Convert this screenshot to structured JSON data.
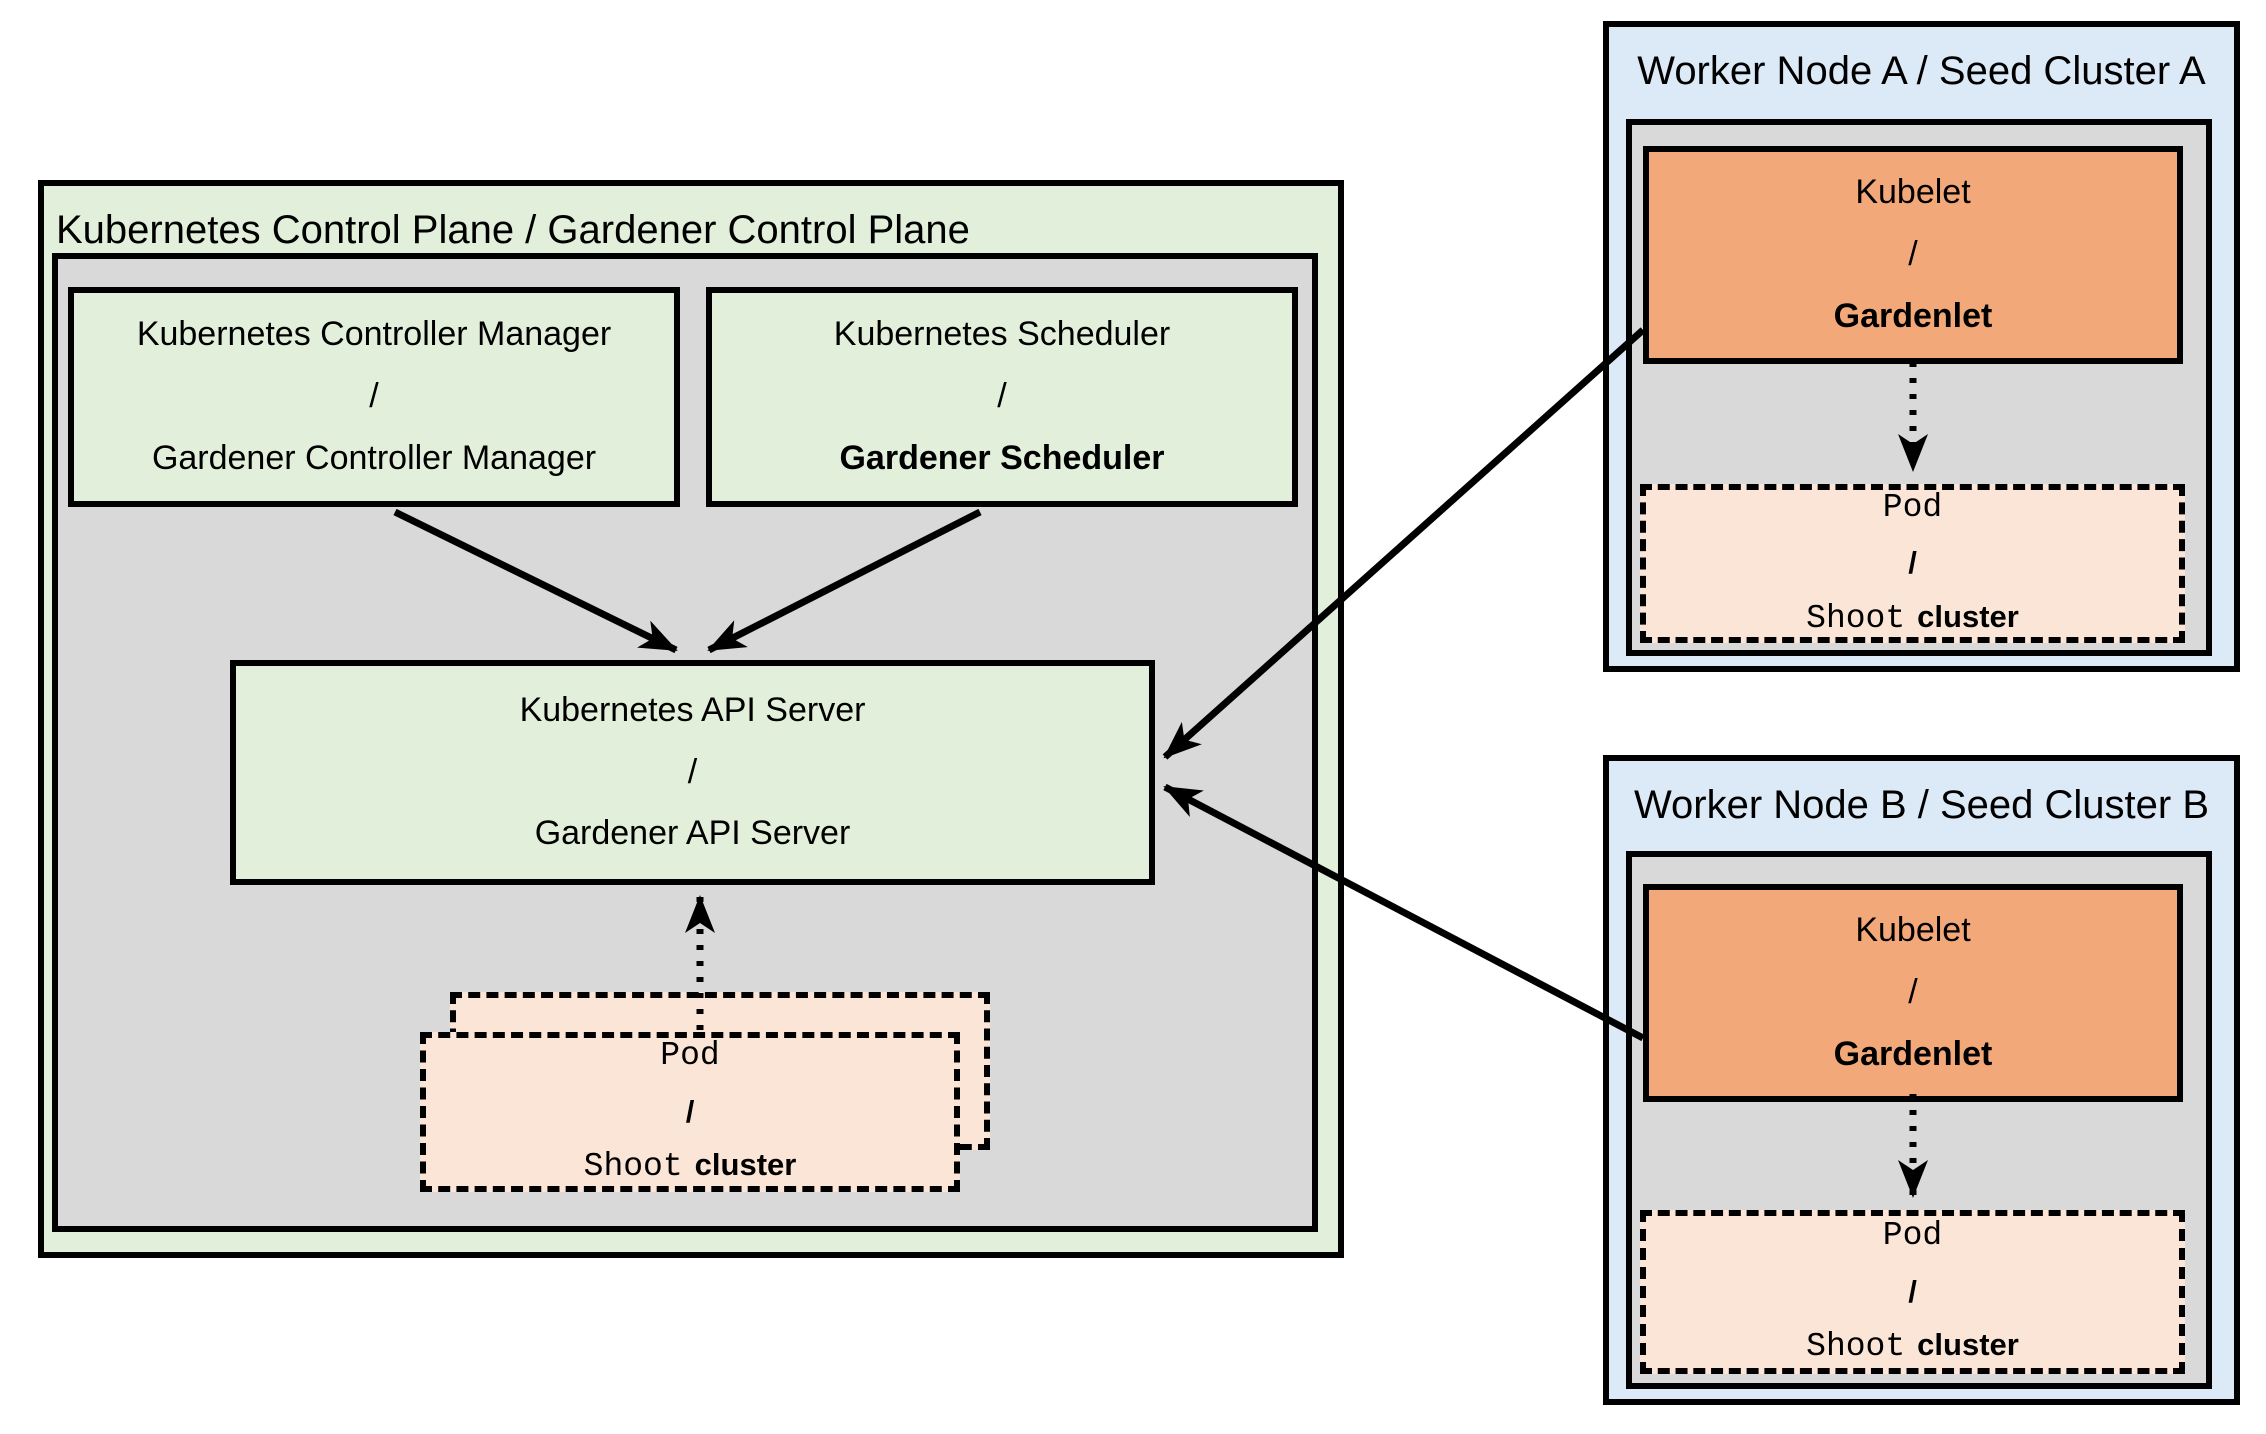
{
  "colors": {
    "green_fill": "#e2efda",
    "gray_fill": "#d9d9d9",
    "blue_fill": "#dce9f7",
    "orange_fill": "#f2a878",
    "peach_fill": "#fbe5d6",
    "line_color": "#000000"
  },
  "control_plane": {
    "title": "Kubernetes Control Plane / Gardener Control Plane",
    "controller_manager": {
      "line1": "Kubernetes Controller Manager",
      "slash": "/",
      "line2": "Gardener Controller Manager"
    },
    "scheduler": {
      "line1": "Kubernetes Scheduler",
      "slash": "/",
      "line2": "Gardener Scheduler"
    },
    "api_server": {
      "line1": "Kubernetes API Server",
      "slash": "/",
      "line2": "Gardener API Server"
    },
    "pod": {
      "line1": "Pod",
      "slash": "/",
      "shoot": "Shoot",
      "cluster": "cluster"
    }
  },
  "worker_a": {
    "title": "Worker Node A / Seed Cluster A",
    "kubelet": {
      "line1": "Kubelet",
      "slash": "/",
      "line2": "Gardenlet"
    },
    "pod": {
      "line1": "Pod",
      "slash": "/",
      "shoot": "Shoot",
      "cluster": "cluster"
    }
  },
  "worker_b": {
    "title": "Worker Node B / Seed Cluster B",
    "kubelet": {
      "line1": "Kubelet",
      "slash": "/",
      "line2": "Gardenlet"
    },
    "pod": {
      "line1": "Pod",
      "slash": "/",
      "shoot": "Shoot",
      "cluster": "cluster"
    }
  }
}
